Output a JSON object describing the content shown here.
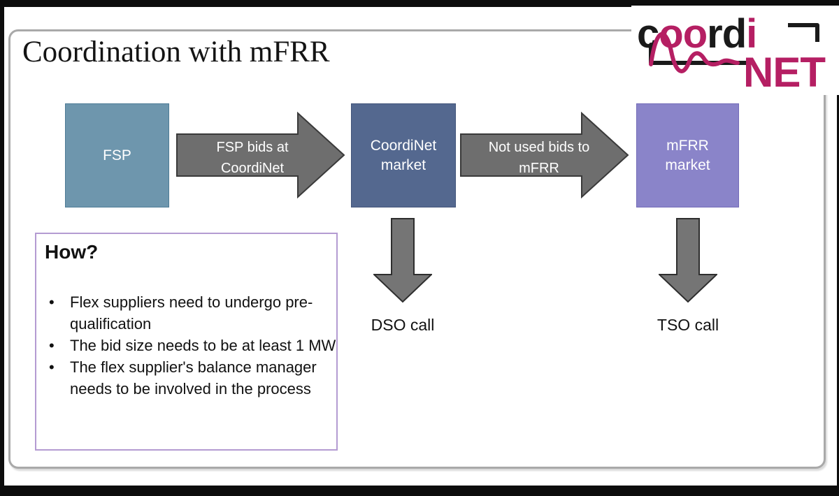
{
  "title": "Coordination with mFRR",
  "logo": {
    "word_top_c": "c",
    "word_top_oo": "oo",
    "word_top_rd": "rd",
    "word_top_i": "i",
    "word_bottom": "NET",
    "accent_color": "#b51f63",
    "text_color": "#1a1a1a"
  },
  "flow": {
    "nodes": [
      {
        "line1": "FSP",
        "line2": "",
        "fill": "#6e96ad",
        "border": "#4e7c96"
      },
      {
        "line1": "CoordiNet",
        "line2": "market",
        "fill": "#54688f",
        "border": "#43557a"
      },
      {
        "line1": "mFRR",
        "line2": "market",
        "fill": "#8a84c9",
        "border": "#746cb8"
      }
    ],
    "arrows": [
      {
        "line1": "FSP bids at",
        "line2": "CoordiNet"
      },
      {
        "line1": "Not used bids to",
        "line2": "mFRR"
      }
    ],
    "arrow_fill": "#6e6e6e",
    "arrow_stroke": "#3a3a3a",
    "down_arrow_fill": "#757575",
    "down_arrow_stroke": "#2e2e2e",
    "calls": [
      {
        "label": "DSO call"
      },
      {
        "label": "TSO call"
      }
    ]
  },
  "how_box": {
    "heading": "How?",
    "border_color": "#b49bd2",
    "bullets": [
      "Flex suppliers need to undergo pre-qualification",
      "The bid size needs to be at least 1 MW",
      "The flex supplier's balance manager needs to be involved in the process"
    ]
  }
}
